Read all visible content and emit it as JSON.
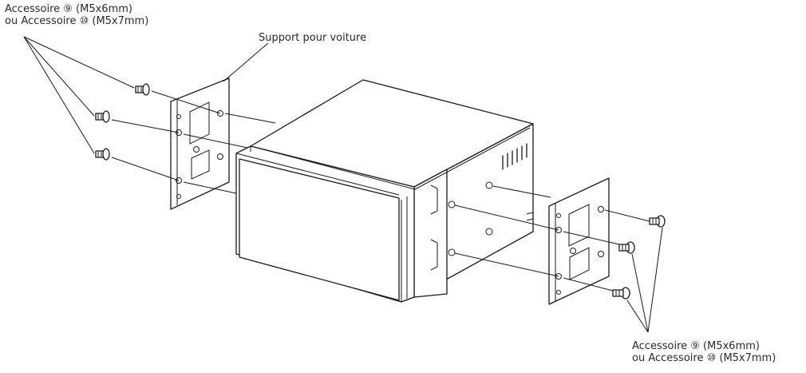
{
  "labels": {
    "screws_left_line1": "Accessoire ⑨ (M5x6mm)",
    "screws_left_line2": "ou Accessoire ⑩ (M5x7mm)",
    "bracket_label": "Support pour voiture",
    "screws_right_line1": "Accessoire ⑨ (M5x6mm)",
    "screws_right_line2": "ou Accessoire ⑩ (M5x7mm)"
  },
  "icons": {
    "screw": "screw-icon",
    "bracket": "mounting-bracket-icon",
    "unit": "head-unit-icon"
  }
}
